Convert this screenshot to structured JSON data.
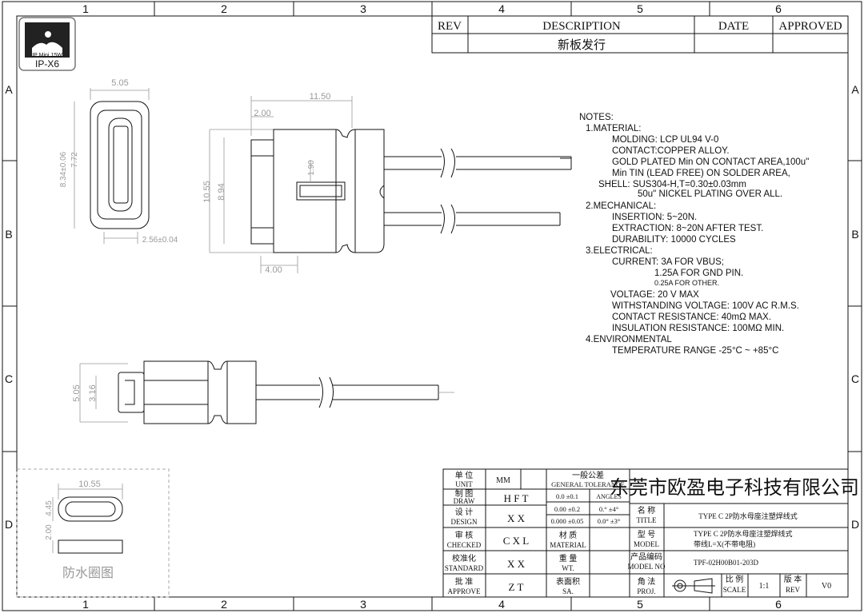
{
  "grid": {
    "cols": [
      "1",
      "2",
      "3",
      "4",
      "5",
      "6"
    ],
    "rows": [
      "A",
      "B",
      "C",
      "D"
    ]
  },
  "revision_table": {
    "headers": {
      "rev": "REV",
      "description": "DESCRIPTION",
      "date": "DATE",
      "approved": "APPROVED"
    },
    "row": {
      "rev": "",
      "description": "新板发行",
      "date": "",
      "approved": ""
    }
  },
  "logo": {
    "top": "IP Mini 15W",
    "bottom": "IP-X6"
  },
  "dimensions": {
    "front_width": "5.05",
    "front_height": "8.34±0.06",
    "front_height2": "7.72",
    "front_inner": "2.56±0.04",
    "side_length": "11.50",
    "side_step": "2.00",
    "side_height": "10.55",
    "side_inner": "8.94",
    "side_slot": "1.90",
    "side_bottom": "4.00",
    "bottom_outer": "5.05",
    "bottom_inner": "3.16",
    "gasket_width": "10.55",
    "gasket_h1": "4.45",
    "gasket_h2": "2.00"
  },
  "gasket_label": "防水圈图",
  "notes": [
    "NOTES:",
    "1.MATERIAL:",
    "MOLDING: LCP UL94 V-0",
    "CONTACT:COPPER ALLOY.",
    "GOLD PLATED Min ON CONTACT AREA,100u\"",
    "Min TIN (LEAD FREE) ON SOLDER AREA,",
    "SHELL: SUS304-H,T=0.30±0.03mm",
    "50u\" NICKEL PLATING OVER ALL.",
    "2.MECHANICAL:",
    "INSERTION: 5~20N.",
    "EXTRACTION: 8~20N AFTER TEST.",
    "DURABILITY: 10000 CYCLES",
    "3.ELECTRICAL:",
    "CURRENT: 3A FOR VBUS;",
    "1.25A FOR GND PIN.",
    "0.25A FOR OTHER.",
    "VOLTAGE: 20 V MAX",
    "WITHSTANDING VOLTAGE: 100V AC R.M.S.",
    "CONTACT RESISTANCE: 40mΩ MAX.",
    "INSULATION RESISTANCE: 100MΩ MIN.",
    "4.ENVIRONMENTAL",
    "TEMPERATURE RANGE -25°C ~ +85°C"
  ],
  "title_block": {
    "unit_cn": "单 位",
    "unit_en": "UNIT",
    "unit_val": "MM",
    "tol_cn": "一般公差",
    "tol_en": "GENERAL TOLERANCE",
    "tol_r1a": "0.0  ±0.1",
    "tol_r1b": "ANGLES",
    "tol_r2a": "0.00 ±0.2",
    "tol_r2b": "0.° ±4°",
    "tol_r3a": "0.000 ±0.05",
    "tol_r3b": "0.0° ±3°",
    "company": "东莞市欧盈电子科技有限公司",
    "draw_cn": "制 图",
    "draw_en": "DRAW",
    "draw_val": "H F T",
    "design_cn": "设 计",
    "design_en": "DESIGN",
    "design_val": "X X",
    "checked_cn": "审 核",
    "checked_en": "CHECKED",
    "checked_val": "C X L",
    "standard_cn": "校准化",
    "standard_en": "STANDARD",
    "standard_val": "X X",
    "approve_cn": "批 准",
    "approve_en": "APPROVE",
    "approve_val": "Z T",
    "material_cn": "材 质",
    "material_en": "MATERIAL",
    "weight_cn": "重 量",
    "weight_en": "WT.",
    "sa_cn": "表面积",
    "sa_en": "SA.",
    "title_cn": "名 称",
    "title_en": "TITLE",
    "title_val": "TYPE C 2P防水母座注塑焊线式",
    "model_cn": "型 号",
    "model_en": "MODEL",
    "model_val1": "TYPE C 2P防水母座注塑焊线式",
    "model_val2": "带线L=X(不带电阻)",
    "modelno_cn": "产品编码",
    "modelno_en": "MODEL NO",
    "modelno_val": "TPF-02H00B01-203D",
    "proj_cn": "角 法",
    "proj_en": "PROJ.",
    "scale_cn": "比 例",
    "scale_en": "SCALE",
    "scale_val": "1:1",
    "rev_cn": "版 本",
    "rev_en": "REV",
    "rev_val": "V0"
  }
}
